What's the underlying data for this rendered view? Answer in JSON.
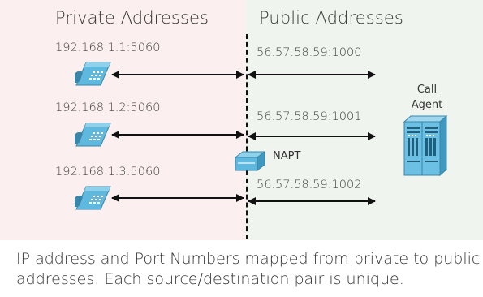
{
  "zones": {
    "private_title": "Private Addresses",
    "public_title": "Public Addresses"
  },
  "mappings": [
    {
      "private": "192.168.1.1:5060",
      "public": "56.57.58.59:1000"
    },
    {
      "private": "192.168.1.2:5060",
      "public": "56.57.58.59:1001"
    },
    {
      "private": "192.168.1.3:5060",
      "public": "56.57.58.59:1002"
    }
  ],
  "napt_label": "NAPT",
  "call_agent": {
    "line1": "Call",
    "line2": "Agent"
  },
  "caption": "IP address and Port Numbers mapped from private to public addresses. Each source/destination pair is unique.",
  "icons": {
    "phone": "phone-icon",
    "router": "napt-router-icon",
    "server": "call-agent-server-icon"
  },
  "colors": {
    "private_bg": "#fcefef",
    "public_bg": "#eff5ee",
    "device_blue": "#5fb8de",
    "arrow": "#111111"
  }
}
